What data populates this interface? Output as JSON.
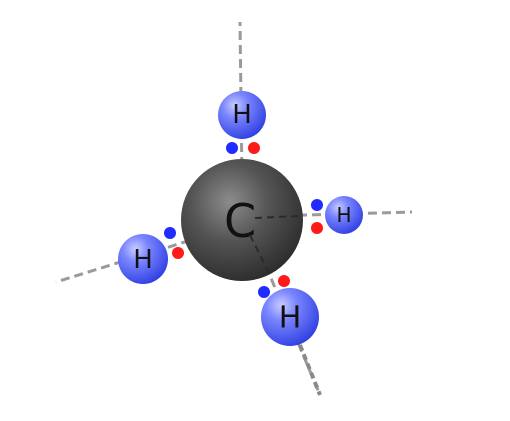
{
  "molecule": {
    "central_atom": {
      "symbol": "C"
    },
    "hydrogens": [
      {
        "id": "top",
        "symbol": "H"
      },
      {
        "id": "right",
        "symbol": "H"
      },
      {
        "id": "left",
        "symbol": "H"
      },
      {
        "id": "bottom",
        "symbol": "H"
      }
    ]
  },
  "colors": {
    "carbon": "#4a4a4a",
    "hydrogen": "#4a5cff",
    "electron_blue": "#1f2bff",
    "electron_red": "#ff1a1a",
    "axis_line": "#9a9a9a"
  }
}
